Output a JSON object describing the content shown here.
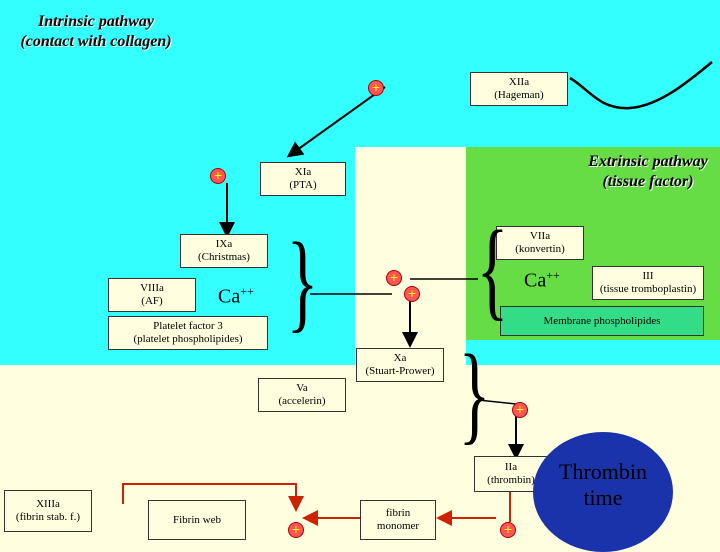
{
  "intrinsic_title": "Intrinsic pathway\n(contact with collagen)",
  "intrinsic_title_lines": [
    "Intrinsic pathway",
    "(contact with collagen)"
  ],
  "extrinsic_title_lines": [
    "Extrinsic pathway",
    "(tissue factor)"
  ],
  "boxes": {
    "xiia": {
      "line1": "XIIa",
      "line2": "(Hageman)"
    },
    "xia": {
      "line1": "XIa",
      "line2": "(PTA)"
    },
    "ixa": {
      "line1": "IXa",
      "line2": "(Christmas)"
    },
    "viiia": {
      "line1": "VIIIa",
      "line2": "(AF)"
    },
    "pf3": {
      "line1": "Platelet factor 3",
      "line2": "(platelet phospholipides)"
    },
    "viia": {
      "line1": "VIIa",
      "line2": "(konvertin)"
    },
    "iii": {
      "line1": "III",
      "line2": "(tissue tromboplastin)"
    },
    "membrane": {
      "line1": "Membrane phospholipides"
    },
    "xa": {
      "line1": "Xa",
      "line2": "(Stuart-Prower)"
    },
    "va": {
      "line1": "Va",
      "line2": "(accelerin)"
    },
    "iia": {
      "line1": "IIa",
      "line2": "(thrombin)"
    },
    "xiiia": {
      "line1": "XIIIa",
      "line2": "(fibrin stab. f.)"
    },
    "fibrin_web": {
      "line1": "Fibrin web"
    },
    "fibrin_monomer": {
      "line1": "fibrin",
      "line2": "monomer"
    }
  },
  "ca_label": "Ca",
  "ca_sup": "++",
  "plus_symbol": "+",
  "brace_symbol": "}",
  "brace_open_symbol": "{",
  "thrombin_time": {
    "line1": "Thrombin",
    "line2": "time"
  },
  "colors": {
    "intrinsic_bg": "#33ffff",
    "extrinsic_bg": "#66dd44",
    "background": "#ffffe0",
    "thrombin_circle": "#1a33aa",
    "plus": "#ff5555",
    "arrow_red": "#cc2200",
    "membrane_box": "#33dd88"
  }
}
